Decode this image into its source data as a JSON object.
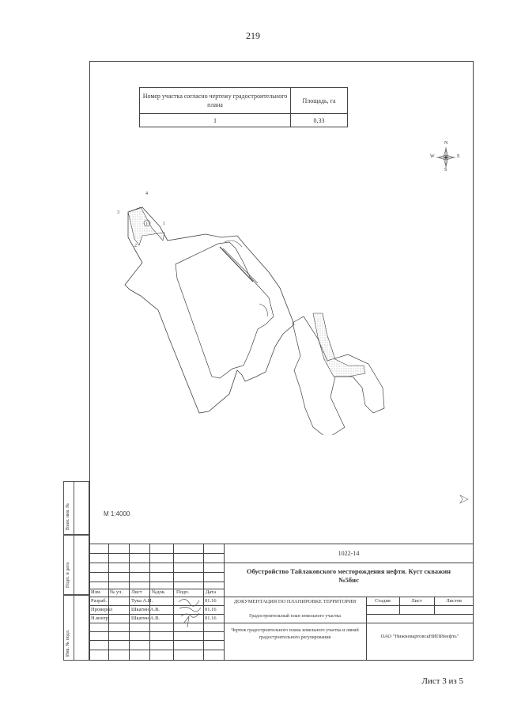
{
  "page_number": "219",
  "area_table": {
    "header_left": "Номер участка согласно чертежу градостроительного плана",
    "header_right": "Площадь, га",
    "rows": [
      {
        "plot": "1",
        "area": "0,33"
      }
    ]
  },
  "compass": {
    "n": "N",
    "s": "S",
    "w": "W",
    "e": "E"
  },
  "plan": {
    "vertex_labels": [
      "4",
      "3",
      "1",
      "2"
    ],
    "plot_marker": "1"
  },
  "scale": "М 1:4000",
  "side_strip": {
    "labels": [
      "Взам. инв. №",
      "Подп. и дата",
      "Инв. № подл."
    ]
  },
  "stamp": {
    "code": "1022-14",
    "title": "Обустройство Тайлаковского месторождения нефти. Куст скважин №5бис",
    "headers": [
      "Изм.",
      "№ уч.",
      "Лист",
      "№док.",
      "Подп.",
      "Дата"
    ],
    "rows": [
      {
        "role": "Разраб.",
        "name": "Тука А.И.",
        "date": "01.16"
      },
      {
        "role": "Проверил",
        "name": "Шкатин А.В.",
        "date": "01.16"
      },
      {
        "role": "Н.контр.",
        "name": "Шкатин А.В.",
        "date": "01.16"
      }
    ],
    "doc_title": "ДОКУМЕНТАЦИЯ ПО ПЛАНИРОВКЕ ТЕРРИТОРИИ",
    "doc_subtitle": "Градостроительный план земельного участка",
    "sheet_headers": [
      "Стадия",
      "Лист",
      "Листов"
    ],
    "drawing_desc": "Чертеж градостроительного плана земельного участка и линий градостроительного регулирования",
    "company": "ОАО \"НижневартовскНИПИнефть\""
  },
  "footer": "Лист 3 из 5",
  "colors": {
    "line": "#444444",
    "hatch": "#9a9a9a"
  }
}
